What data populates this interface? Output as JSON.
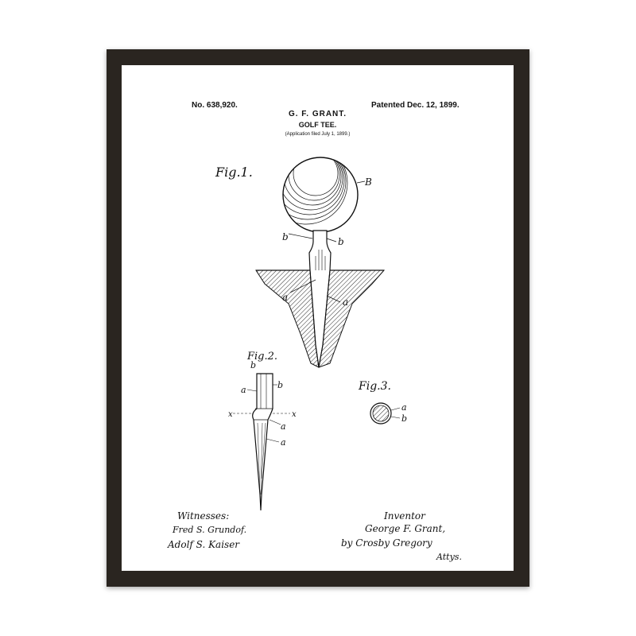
{
  "header": {
    "patent_number": "No. 638,920.",
    "patent_date": "Patented Dec. 12, 1899.",
    "inventor_name": "G. F. GRANT.",
    "title": "GOLF TEE.",
    "application": "(Application filed July 1, 1899.)"
  },
  "figures": {
    "fig1": "Fig.1.",
    "fig2": "Fig.2.",
    "fig3": "Fig.3."
  },
  "labels": {
    "fig1_B": "B",
    "fig1_b1": "b",
    "fig1_b": "b",
    "fig1_a2": "a",
    "fig1_a": "a",
    "fig2_b1": "b",
    "fig2_a1": "a",
    "fig2_b": "b",
    "fig2_x_left": "x",
    "fig2_x_right": "x",
    "fig2_a2": "a",
    "fig2_a": "a",
    "fig3_a": "a",
    "fig3_b": "b"
  },
  "witnesses": {
    "heading": "Witnesses:",
    "names": [
      "Fred S. Grundof.",
      "Adolf S. Kaiser"
    ]
  },
  "inventor": {
    "heading": "Inventor",
    "name": "George F. Grant,",
    "by_line": "by Crosby Gregory",
    "attys": "Attys."
  },
  "colors": {
    "frame": "#2a2520",
    "paper": "#ffffff",
    "ink": "#111111"
  }
}
